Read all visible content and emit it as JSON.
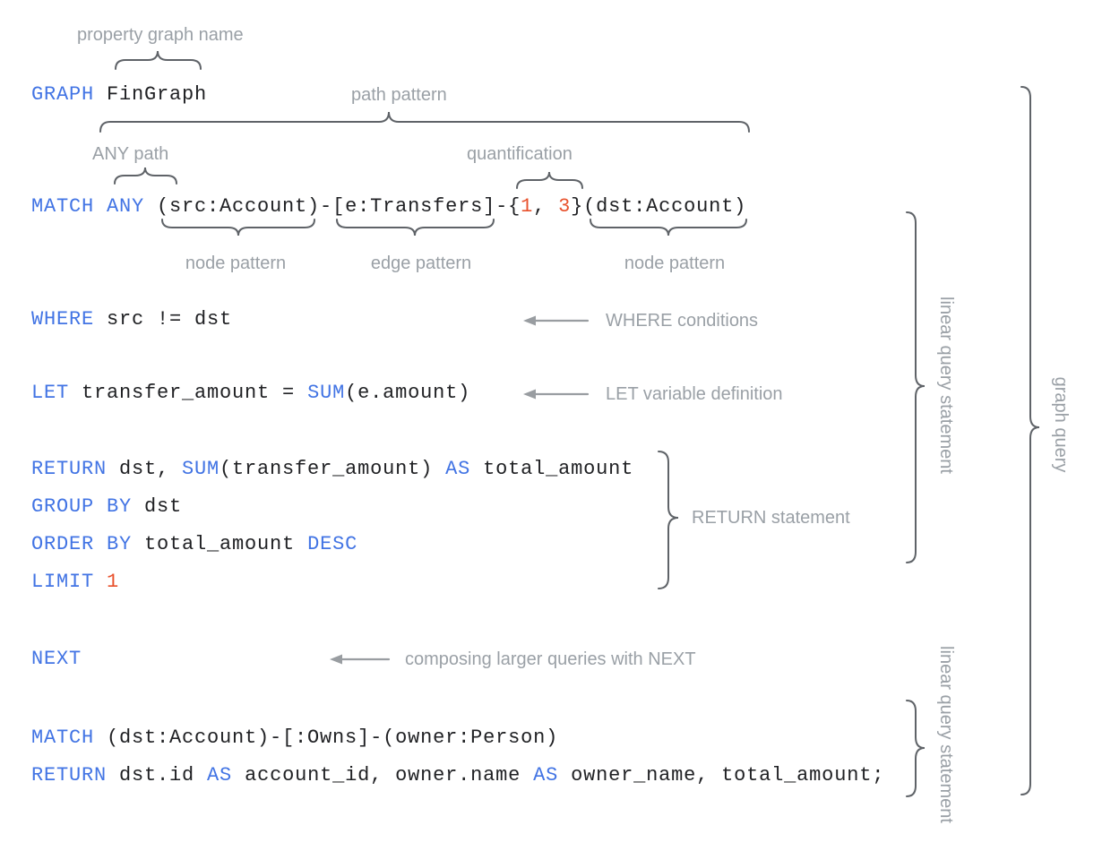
{
  "palette": {
    "keyword_blue": "#4274e4",
    "number_orange": "#e8512c",
    "code_black": "#202124",
    "annotation_gray": "#9aa0a6",
    "brace_gray": "#5f6368",
    "arrow_gray": "#999da1",
    "background": "#ffffff"
  },
  "code": {
    "graph_line": [
      {
        "t": "GRAPH",
        "k": "kw"
      },
      {
        "t": " FinGraph",
        "k": "p"
      }
    ],
    "match_line": [
      {
        "t": "MATCH ANY",
        "k": "kw"
      },
      {
        "t": " (src:Account)-[e:Transfers]-{",
        "k": "p"
      },
      {
        "t": "1",
        "k": "num"
      },
      {
        "t": ", ",
        "k": "p"
      },
      {
        "t": "3",
        "k": "num"
      },
      {
        "t": "}(dst:Account)",
        "k": "p"
      }
    ],
    "where_line": [
      {
        "t": "WHERE",
        "k": "kw"
      },
      {
        "t": " src != dst",
        "k": "p"
      }
    ],
    "let_line": [
      {
        "t": "LET",
        "k": "kw"
      },
      {
        "t": " transfer_amount = ",
        "k": "p"
      },
      {
        "t": "SUM",
        "k": "kw"
      },
      {
        "t": "(e.amount)",
        "k": "p"
      }
    ],
    "return_line": [
      {
        "t": "RETURN",
        "k": "kw"
      },
      {
        "t": " dst, ",
        "k": "p"
      },
      {
        "t": "SUM",
        "k": "kw"
      },
      {
        "t": "(transfer_amount) ",
        "k": "p"
      },
      {
        "t": "AS",
        "k": "kw"
      },
      {
        "t": " total_amount",
        "k": "p"
      }
    ],
    "group_line": [
      {
        "t": "GROUP BY",
        "k": "kw"
      },
      {
        "t": " dst",
        "k": "p"
      }
    ],
    "order_line": [
      {
        "t": "ORDER BY",
        "k": "kw"
      },
      {
        "t": " total_amount ",
        "k": "p"
      },
      {
        "t": "DESC",
        "k": "kw"
      }
    ],
    "limit_line": [
      {
        "t": "LIMIT",
        "k": "kw"
      },
      {
        "t": " ",
        "k": "p"
      },
      {
        "t": "1",
        "k": "num"
      }
    ],
    "next_line": [
      {
        "t": "NEXT",
        "k": "kw"
      }
    ],
    "match2_line": [
      {
        "t": "MATCH",
        "k": "kw"
      },
      {
        "t": " (dst:Account)-[:Owns]-(owner:Person)",
        "k": "p"
      }
    ],
    "return2_line": [
      {
        "t": "RETURN",
        "k": "kw"
      },
      {
        "t": " dst.id ",
        "k": "p"
      },
      {
        "t": "AS",
        "k": "kw"
      },
      {
        "t": " account_id, owner.name ",
        "k": "p"
      },
      {
        "t": "AS",
        "k": "kw"
      },
      {
        "t": " owner_name, total_amount;",
        "k": "p"
      }
    ]
  },
  "annotations": {
    "property_graph_name": "property graph name",
    "path_pattern": "path pattern",
    "any_path": "ANY path",
    "quantification": "quantification",
    "node_pattern_left": "node pattern",
    "edge_pattern": "edge pattern",
    "node_pattern_right": "node pattern",
    "where_conditions": "WHERE conditions",
    "let_definition": "LET variable definition",
    "return_statement": "RETURN statement",
    "next_note": "composing larger queries with NEXT",
    "linear_query_statement_1": "linear query statement",
    "linear_query_statement_2": "linear query statement",
    "graph_query": "graph query"
  }
}
